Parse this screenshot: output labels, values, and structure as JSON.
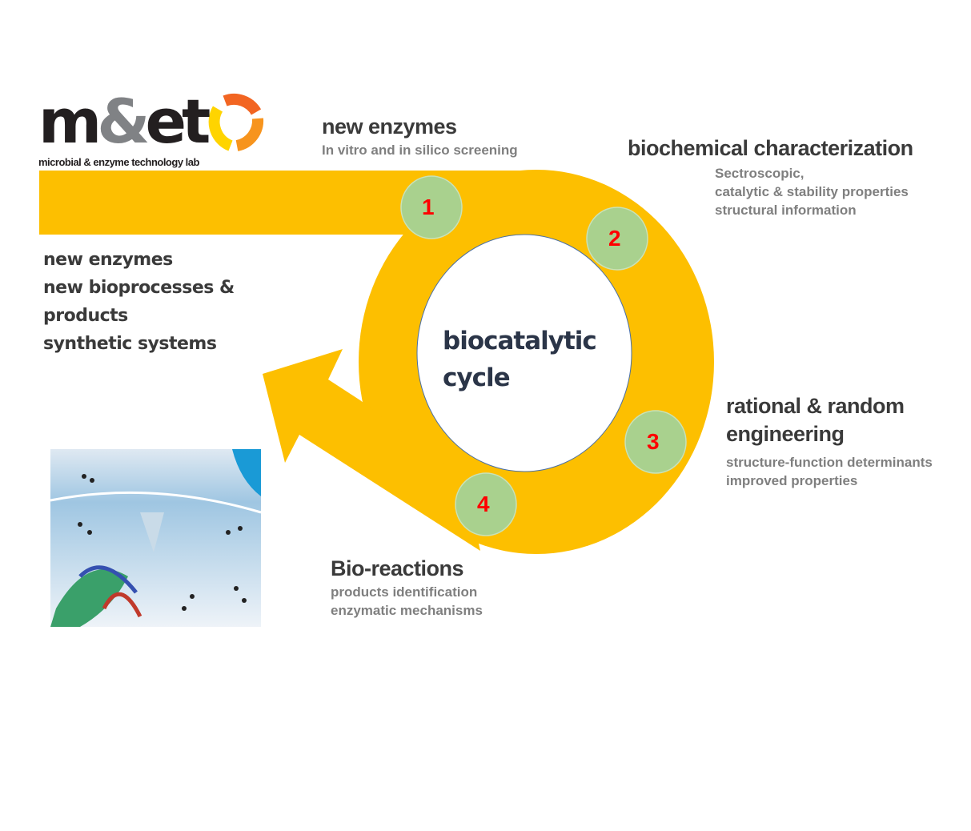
{
  "logo": {
    "main": "m&et",
    "subtitle": "microbial & enzyme technology lab"
  },
  "center_label": [
    "biocatalytic",
    "cycle"
  ],
  "steps": [
    {
      "number": "1",
      "title": "new enzymes",
      "details": [
        "In vitro and in silico screening"
      ]
    },
    {
      "number": "2",
      "title": "biochemical characterization",
      "details": [
        "Sectroscopic,",
        "catalytic & stability properties",
        "structural information"
      ]
    },
    {
      "number": "3",
      "title": "rational & random engineering",
      "details": [
        "structure-function determinants",
        "improved properties"
      ]
    },
    {
      "number": "4",
      "title": "Bio-reactions",
      "details": [
        "products identification",
        "enzymatic mechanisms"
      ]
    }
  ],
  "outputs": [
    "new enzymes",
    "new bioprocesses &",
    "products",
    "synthetic systems"
  ],
  "colors": {
    "arrow": "#fdbf00",
    "step_circle": "#a9d18e",
    "step_number": "#ff0000"
  }
}
